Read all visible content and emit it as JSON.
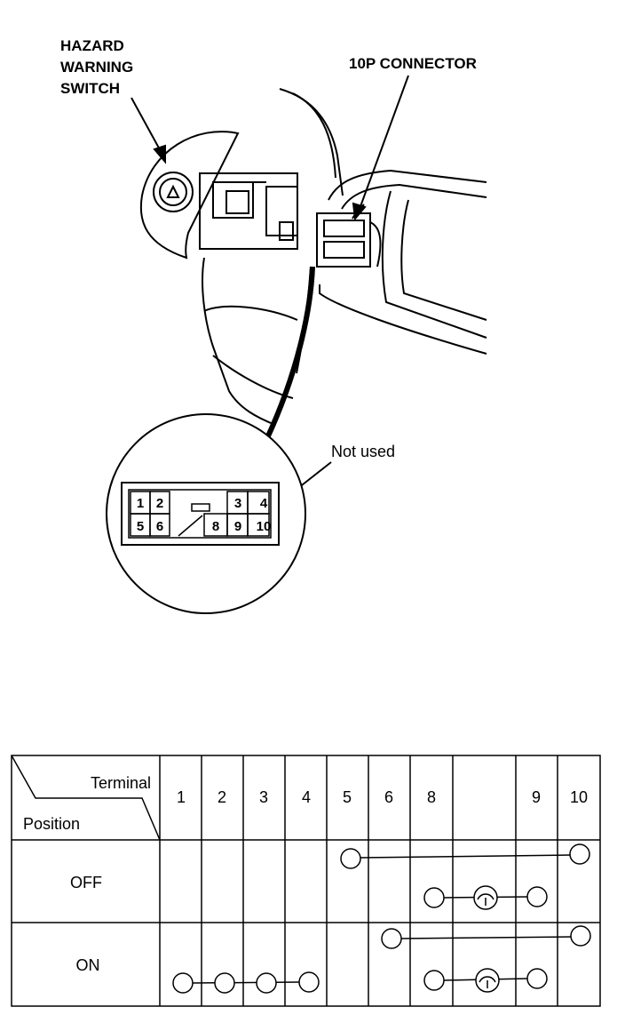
{
  "labels": {
    "hazard_line1": "HAZARD",
    "hazard_line2": "WARNING",
    "hazard_line3": "SWITCH",
    "connector": "10P CONNECTOR",
    "not_used": "Not used"
  },
  "connector_pins": {
    "top": [
      "1",
      "2",
      "3",
      "4"
    ],
    "bottom": [
      "5",
      "6",
      "8",
      "9",
      "10"
    ]
  },
  "table": {
    "header_terminal": "Terminal",
    "header_position": "Position",
    "terminals": [
      "1",
      "2",
      "3",
      "4",
      "5",
      "6",
      "8",
      "9",
      "10"
    ],
    "rows": [
      {
        "position": "OFF"
      },
      {
        "position": "ON"
      }
    ]
  }
}
